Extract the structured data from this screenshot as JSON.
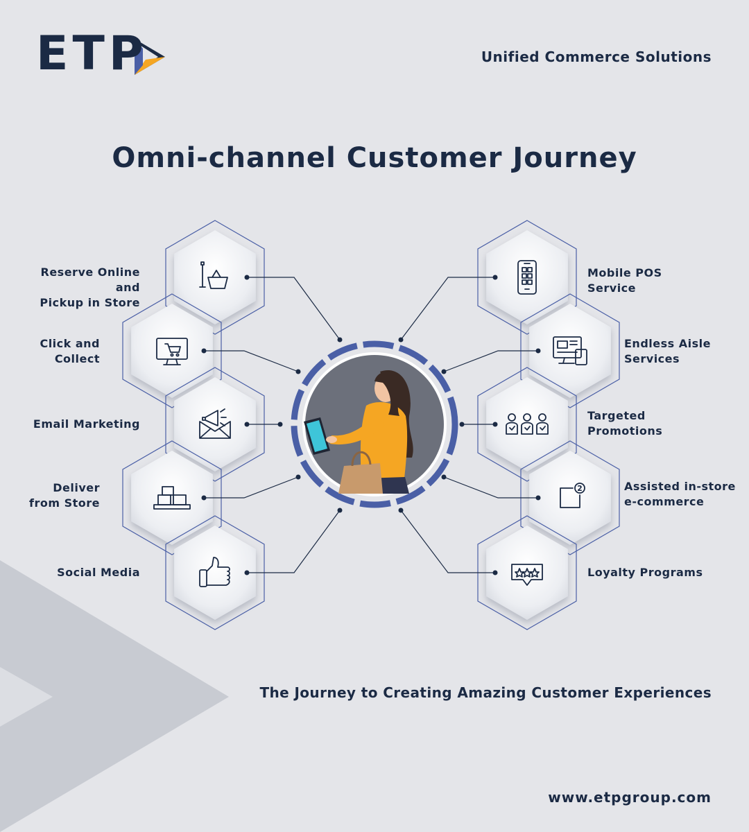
{
  "brand": {
    "logo_text": "ETP",
    "tagline": "Unified Commerce Solutions",
    "website": "www.etpgroup.com",
    "colors": {
      "navy": "#1b2a44",
      "accent_orange": "#f5a623",
      "accent_blue": "#4a5fa6"
    }
  },
  "title": "Omni-channel Customer Journey",
  "subtitle": "The Journey to Creating Amazing Customer Experiences",
  "center_image": "woman-shopping-with-tablet-illustration",
  "left_items": [
    {
      "label_lines": [
        "Reserve Online and",
        "Pickup in Store"
      ],
      "icon": "basket-pickup-icon"
    },
    {
      "label_lines": [
        "Click and",
        "Collect"
      ],
      "icon": "monitor-cart-icon"
    },
    {
      "label_lines": [
        "Email Marketing"
      ],
      "icon": "megaphone-envelope-icon"
    },
    {
      "label_lines": [
        "Deliver",
        "from Store"
      ],
      "icon": "boxes-icon"
    },
    {
      "label_lines": [
        "Social Media"
      ],
      "icon": "thumbs-up-icon"
    }
  ],
  "right_items": [
    {
      "label_lines": [
        "Mobile POS",
        "Service"
      ],
      "icon": "mobile-phone-icon"
    },
    {
      "label_lines": [
        "Endless Aisle",
        "Services"
      ],
      "icon": "monitor-tablet-icon"
    },
    {
      "label_lines": [
        "Targeted",
        "Promotions"
      ],
      "icon": "people-target-icon"
    },
    {
      "label_lines": [
        "Assisted in-store",
        "e-commerce"
      ],
      "icon": "notification-badge-icon"
    },
    {
      "label_lines": [
        "Loyalty Programs"
      ],
      "icon": "star-rating-icon"
    }
  ],
  "badge_number": "2"
}
